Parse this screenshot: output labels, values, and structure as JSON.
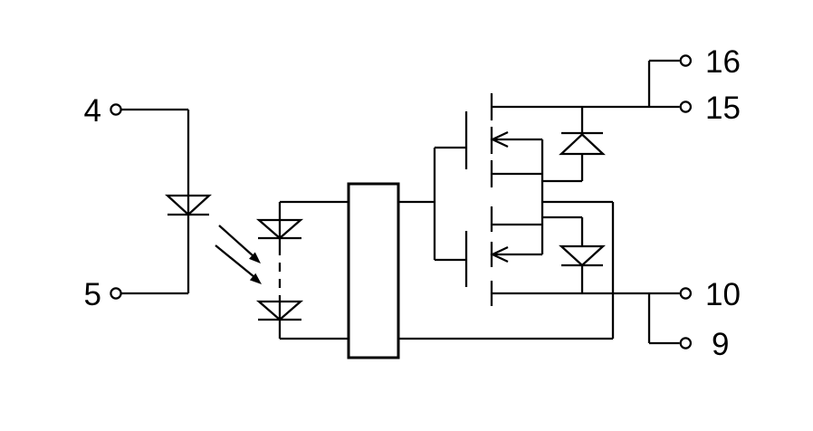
{
  "colors": {
    "line": "#000000",
    "background": "#ffffff"
  },
  "pins": {
    "input": [
      {
        "label": "4"
      },
      {
        "label": "5"
      }
    ],
    "output": [
      {
        "label": "16"
      },
      {
        "label": "15"
      },
      {
        "label": "10"
      },
      {
        "label": "9"
      }
    ]
  },
  "components": {
    "input_led": "led-icon",
    "light_emission": "light-arrows-icon",
    "photodiode_array": "photodiode-array-icon",
    "control_block": "control-circuit-block",
    "mosfet_top": "mosfet-icon",
    "mosfet_bottom": "mosfet-icon",
    "protection_diode_top": "diode-icon",
    "protection_diode_bottom": "diode-icon"
  }
}
